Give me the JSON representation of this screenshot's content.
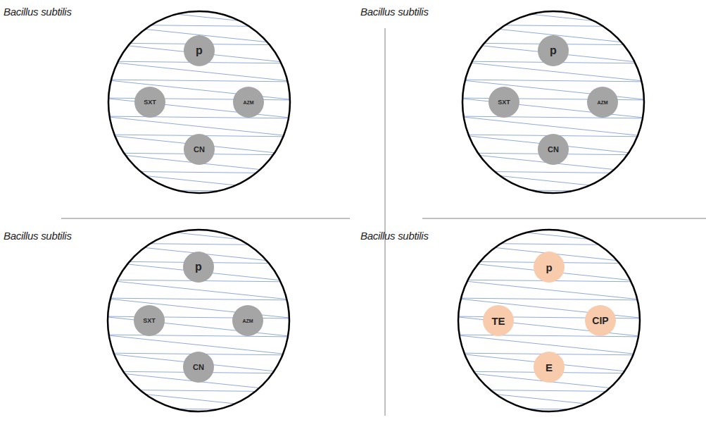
{
  "diagram": {
    "nodes": [
      {
        "text": [
          "Bacillus subtilis"
        ]
      },
      {
        "text": [
          "p"
        ],
        "in": 0
      },
      {
        "text": [
          "SXT"
        ],
        "in": 0
      },
      {
        "text": [
          "AZM"
        ],
        "in": 0
      },
      {
        "text": [
          "CN"
        ],
        "in": 0
      },
      {
        "text": [
          "Bacillus subtilis"
        ]
      },
      {
        "text": [
          "p"
        ],
        "in": 5
      },
      {
        "text": [
          "SXT"
        ],
        "in": 5
      },
      {
        "text": [
          "AZM"
        ],
        "in": 5
      },
      {
        "text": [
          "CN"
        ],
        "in": 5
      },
      {
        "text": [
          "Bacillus subtilis"
        ]
      },
      {
        "text": [
          "p"
        ],
        "in": 10
      },
      {
        "text": [
          "SXT"
        ],
        "in": 10
      },
      {
        "text": [
          "AZM"
        ],
        "in": 10
      },
      {
        "text": [
          "CN"
        ],
        "in": 10
      },
      {
        "text": [
          "Bacillus subtilis"
        ]
      },
      {
        "text": [
          "p"
        ],
        "in": 15
      },
      {
        "text": [
          "TE"
        ],
        "in": 15
      },
      {
        "text": [
          "CIP"
        ],
        "in": 15
      },
      {
        "text": [
          "E"
        ],
        "in": 15
      }
    ]
  }
}
